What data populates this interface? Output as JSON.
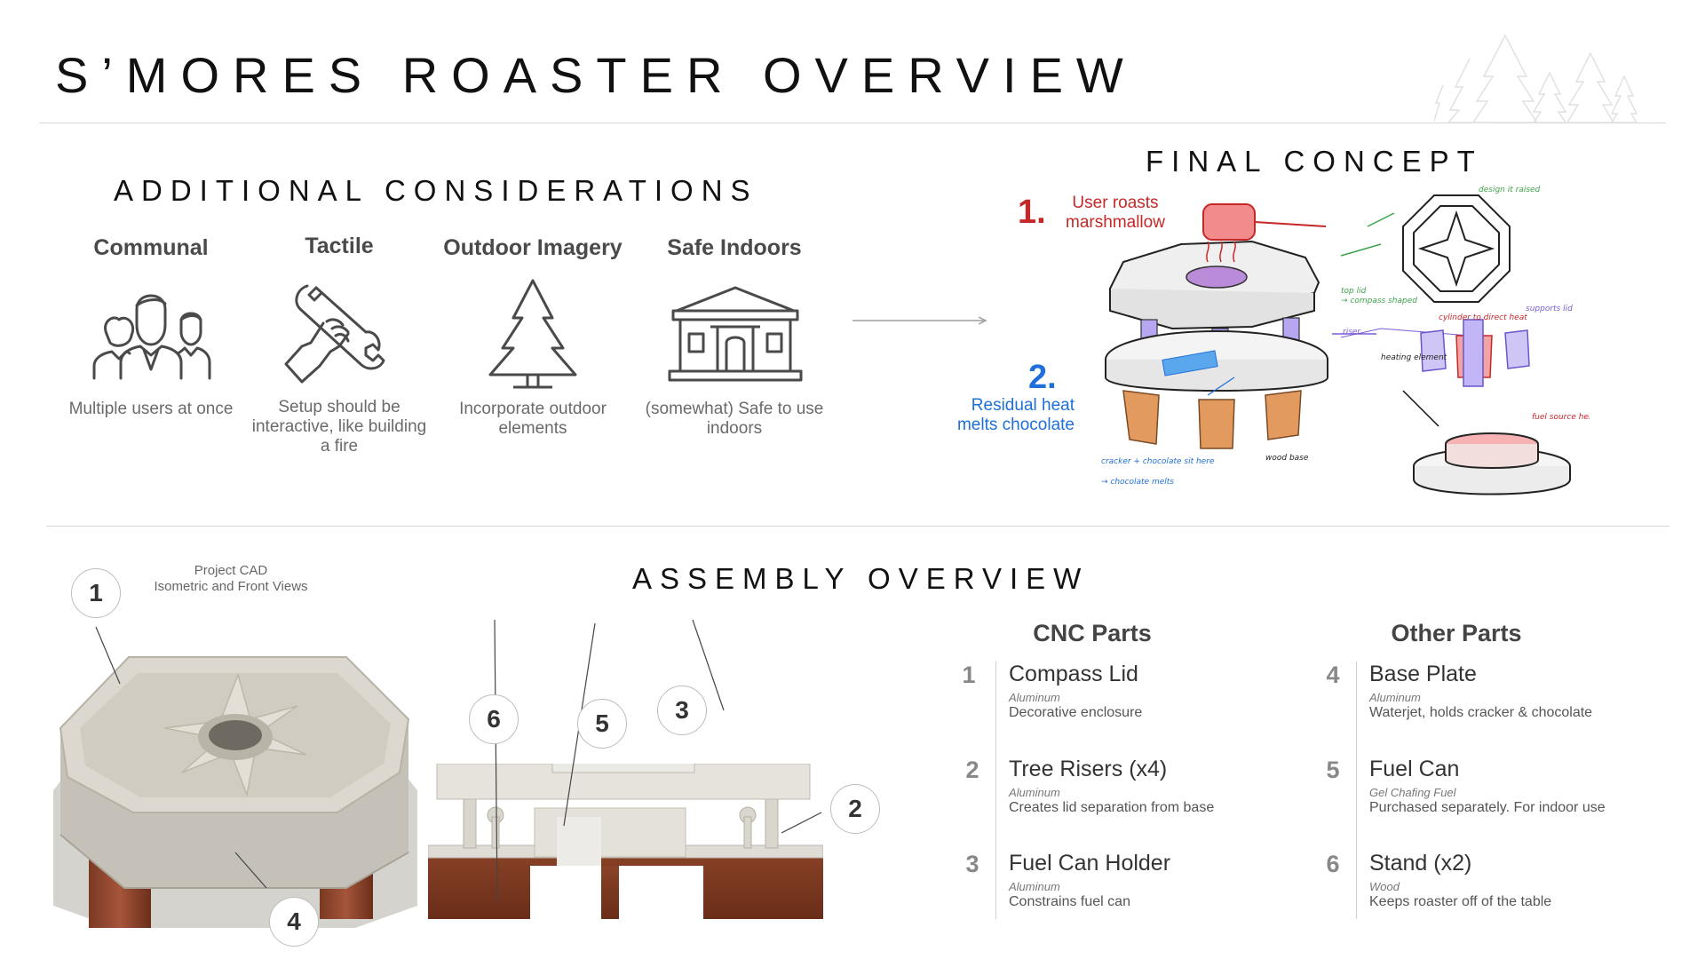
{
  "header": {
    "title": "S’MORES ROASTER OVERVIEW"
  },
  "considerations": {
    "title": "ADDITIONAL CONSIDERATIONS",
    "items": [
      {
        "label": "Communal",
        "description": "Multiple users at once",
        "icon": "people-icon"
      },
      {
        "label": "Tactile",
        "description": "Setup should be interactive, like building a fire",
        "icon": "hand-wrench-icon"
      },
      {
        "label": "Outdoor Imagery",
        "description": "Incorporate outdoor elements",
        "icon": "pine-tree-icon"
      },
      {
        "label": "Safe Indoors",
        "description": "(somewhat) Safe to use indoors",
        "icon": "building-icon"
      }
    ]
  },
  "concept": {
    "title": "FINAL CONCEPT",
    "step1_number": "1.",
    "step1_text": "User roasts marshmallow",
    "step2_number": "2.",
    "step2_text": "Residual heat melts chocolate",
    "sketch_notes": [
      "top lid → compass shaped",
      "riser",
      "heating element",
      "design it raised",
      "cylinder to direct heat",
      "supports lid",
      "fuel source here",
      "cracker + chocolate sit here → chocolate melts",
      "wood base"
    ],
    "red_color": "#c62828",
    "blue_color": "#1e6fd9"
  },
  "cad": {
    "caption": "Project CAD\nIsometric and Front Views",
    "callouts": [
      "1",
      "2",
      "3",
      "4",
      "5",
      "6"
    ]
  },
  "assembly": {
    "title": "ASSEMBLY OVERVIEW",
    "cnc_heading": "CNC Parts",
    "other_heading": "Other Parts",
    "cnc_parts": [
      {
        "num": "1",
        "name": "Compass Lid",
        "material": "Aluminum",
        "desc": "Decorative enclosure"
      },
      {
        "num": "2",
        "name": "Tree Risers (x4)",
        "material": "Aluminum",
        "desc": "Creates lid separation from base"
      },
      {
        "num": "3",
        "name": "Fuel Can Holder",
        "material": "Aluminum",
        "desc": "Constrains fuel can"
      }
    ],
    "other_parts": [
      {
        "num": "4",
        "name": "Base Plate",
        "material": "Aluminum",
        "desc": "Waterjet, holds cracker & chocolate"
      },
      {
        "num": "5",
        "name": "Fuel Can",
        "material": "Gel Chafing Fuel",
        "desc": "Purchased separately. For indoor use"
      },
      {
        "num": "6",
        "name": "Stand (x2)",
        "material": "Wood",
        "desc": "Keeps roaster off of the table"
      }
    ]
  }
}
